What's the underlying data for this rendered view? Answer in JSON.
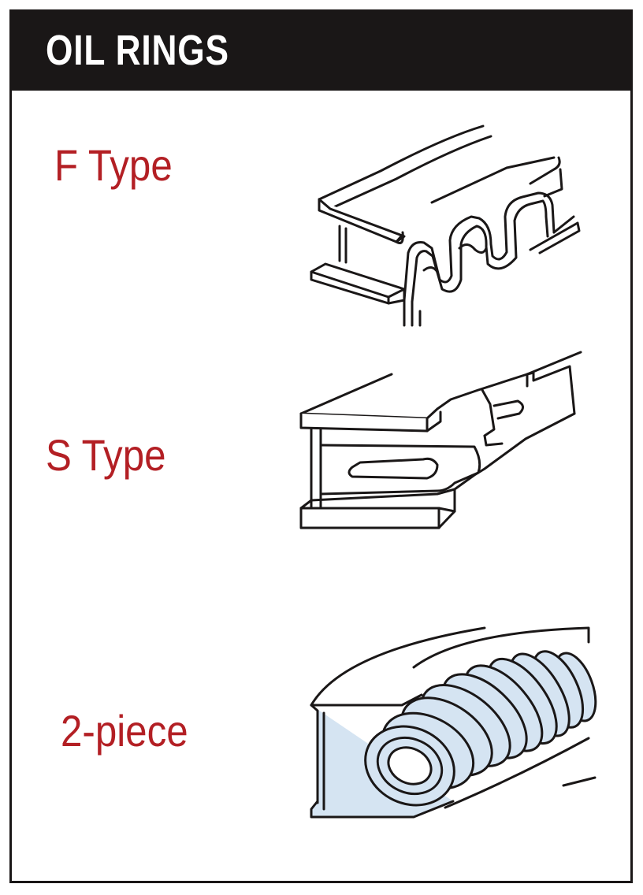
{
  "header": {
    "title": "OIL RINGS"
  },
  "rings": [
    {
      "label": "F Type"
    },
    {
      "label": "S Type"
    },
    {
      "label": "2-piece"
    }
  ],
  "colors": {
    "header_bg": "#1a1717",
    "title_text": "#ffffff",
    "label_text": "#b31f24",
    "line": "#1a1717",
    "spring_fill": "#d5e4f2"
  },
  "icons": [
    "f-type-oil-ring-icon",
    "s-type-oil-ring-icon",
    "two-piece-oil-ring-icon"
  ]
}
